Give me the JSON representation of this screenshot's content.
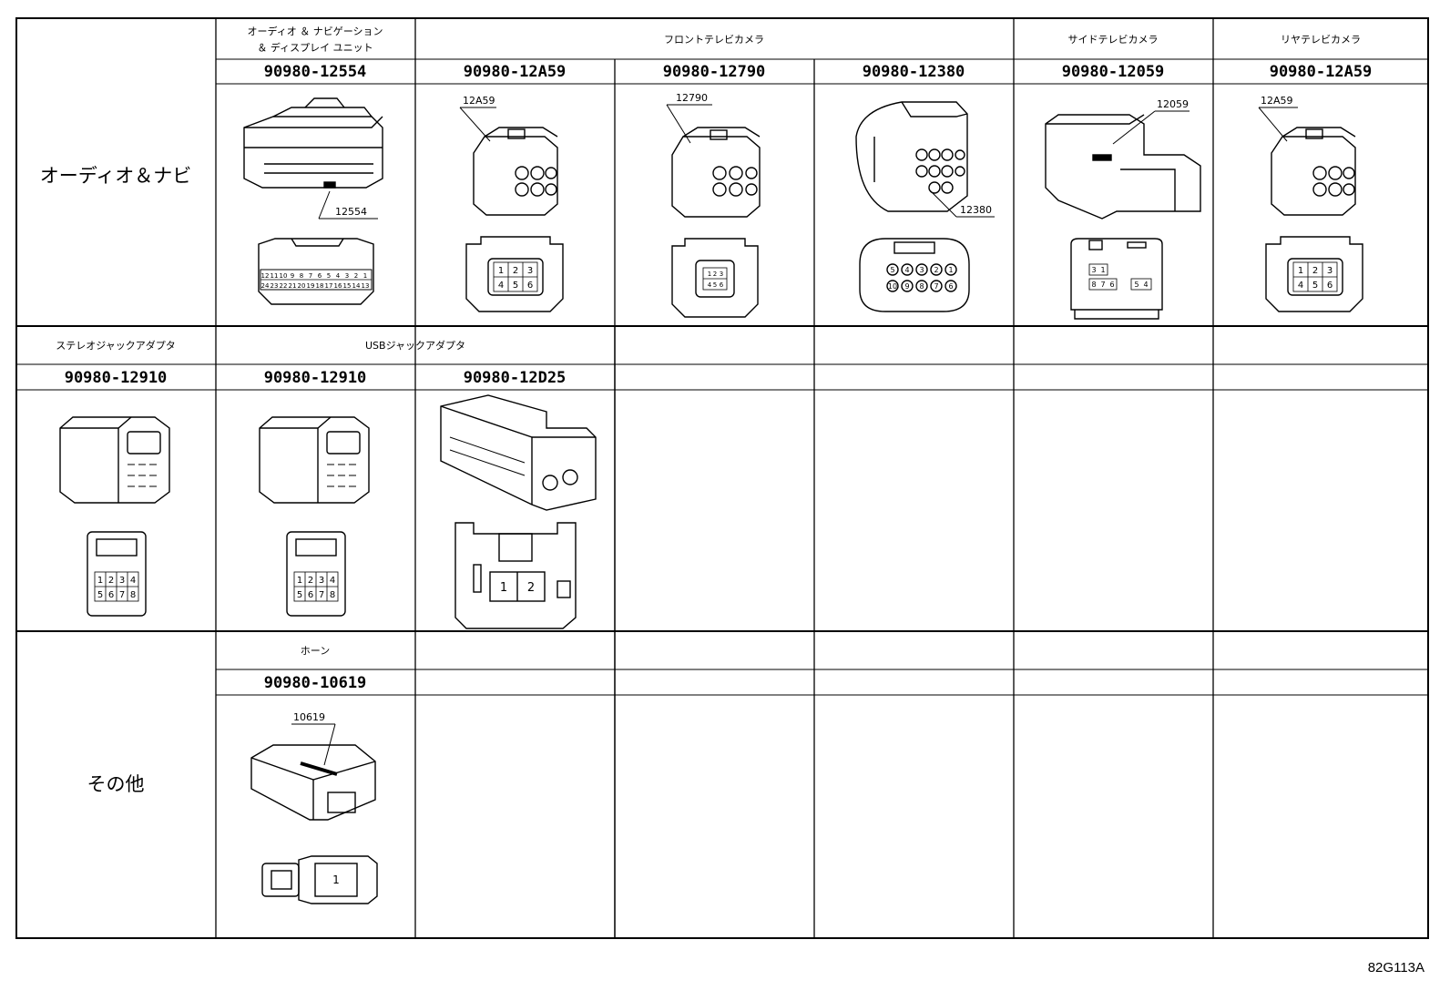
{
  "figure_code": "82G113A",
  "rows": [
    {
      "group": "オーディオ＆ナビ",
      "headers": [
        {
          "line1": "オーディオ ＆ ナビゲーション",
          "line2": "＆ ディスプレイ ユニット"
        },
        {
          "line1": "フロントテレビカメラ",
          "line2": ""
        },
        {
          "line1": "サイドテレビカメラ",
          "line2": ""
        },
        {
          "line1": "リヤテレビカメラ",
          "line2": ""
        }
      ],
      "parts": [
        "90980-12554",
        "90980-12A59",
        "90980-12790",
        "90980-12380",
        "90980-12059",
        "90980-12A59"
      ],
      "callouts": [
        "12554",
        "12A59",
        "12790",
        "12380",
        "12059",
        "12A59"
      ],
      "pins": [
        {
          "row1": [
            "12",
            "11",
            "10",
            "9",
            "8",
            "7",
            "6",
            "5",
            "4",
            "3",
            "2",
            "1"
          ],
          "row2": [
            "24",
            "23",
            "22",
            "21",
            "20",
            "19",
            "18",
            "17",
            "16",
            "15",
            "14",
            "13"
          ]
        },
        {
          "row1": [
            "1",
            "2",
            "3"
          ],
          "row2": [
            "4",
            "5",
            "6"
          ]
        },
        {
          "row1": [
            "1",
            "2",
            "3"
          ],
          "row2": [
            "4",
            "5",
            "6"
          ]
        },
        {
          "row1": [
            "1",
            "2",
            "3",
            "4",
            "5"
          ],
          "row2": [
            "6",
            "7",
            "8",
            "9",
            "10"
          ]
        },
        {
          "row1": [
            "3",
            "1"
          ],
          "row2": [
            "8",
            "7",
            "6",
            "5",
            "4"
          ]
        },
        {
          "row1": [
            "1",
            "2",
            "3"
          ],
          "row2": [
            "4",
            "5",
            "6"
          ]
        }
      ]
    },
    {
      "group": "",
      "headers": [
        {
          "line1": "ステレオジャックアダプタ",
          "line2": ""
        },
        {
          "line1": "USBジャックアダプタ",
          "line2": ""
        }
      ],
      "parts": [
        "90980-12910",
        "90980-12910",
        "90980-12D25"
      ],
      "pins": [
        {
          "row1": [
            "1",
            "2",
            "3",
            "4"
          ],
          "row2": [
            "5",
            "6",
            "7",
            "8"
          ]
        },
        {
          "row1": [
            "1",
            "2",
            "3",
            "4"
          ],
          "row2": [
            "5",
            "6",
            "7",
            "8"
          ]
        },
        {
          "row1": [
            "1",
            "2"
          ],
          "row2": []
        }
      ]
    },
    {
      "group": "その他",
      "headers": [
        {
          "line1": "ホーン",
          "line2": ""
        }
      ],
      "parts": [
        "90980-10619"
      ],
      "callouts": [
        "10619"
      ],
      "pins": [
        {
          "row1": [
            "1"
          ],
          "row2": []
        }
      ]
    }
  ]
}
